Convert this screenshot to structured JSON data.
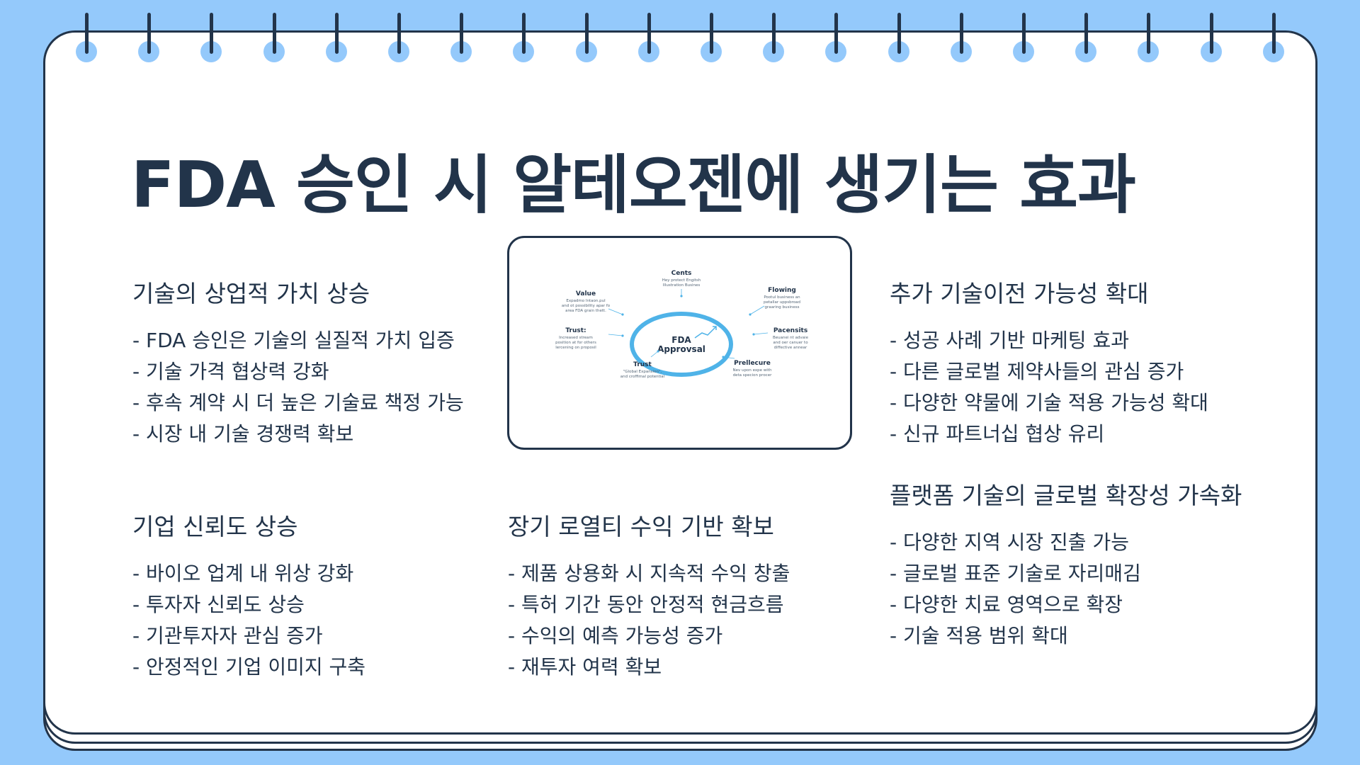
{
  "title": "FDA 승인 시 알테오젠에 생기는 효과",
  "colors": {
    "background": "#94c9fb",
    "ink": "#22344a",
    "accent": "#4fb3e8"
  },
  "sections": [
    {
      "heading": "기술의 상업적 가치 상승",
      "items": [
        "- FDA 승인은 기술의 실질적 가치 입증",
        "- 기술 가격 협상력 강화",
        "- 후속 계약 시 더 높은 기술료 책정 가능",
        "- 시장 내 기술 경쟁력 확보"
      ]
    },
    {
      "heading": "추가 기술이전 가능성 확대",
      "items": [
        "- 성공 사례 기반 마케팅 효과",
        "- 다른 글로벌 제약사들의 관심 증가",
        "- 다양한 약물에 기술 적용 가능성 확대",
        "- 신규 파트너십 협상 유리"
      ]
    },
    {
      "heading": "기업 신뢰도 상승",
      "items": [
        "- 바이오 업계 내 위상 강화",
        "- 투자자 신뢰도 상승",
        "- 기관투자자 관심 증가",
        "- 안정적인 기업 이미지 구축"
      ]
    },
    {
      "heading": "장기 로열티 수익 기반 확보",
      "items": [
        "- 제품 상용화 시 지속적 수익 창출",
        "- 특허 기간 동안 안정적 현금흐름",
        "- 수익의 예측 가능성 증가",
        "- 재투자 여력 확보"
      ]
    },
    {
      "heading": "플랫폼 기술의 글로벌 확장성 가속화",
      "items": [
        "- 다양한 지역 시장 진출 가능",
        "- 글로벌 표준 기술로 자리매김",
        "- 다양한 치료 영역으로 확장",
        "- 기술 적용 범위 확대"
      ]
    }
  ],
  "diagram": {
    "center": [
      "FDA",
      "Approvsal"
    ],
    "nodes": [
      {
        "label": "Cents",
        "sub": [
          "Hey protect Engitsh",
          "Illustration Busines"
        ]
      },
      {
        "label": "Flowing",
        "sub": [
          "Pootul business an",
          "petallar uppsbroad",
          "graaring business"
        ]
      },
      {
        "label": "Pacensits",
        "sub": [
          "Beuanei nt advaie",
          "and oer canuer to",
          "diffective annear"
        ]
      },
      {
        "label": "Prellecure",
        "sub": [
          "Nev upon expe with",
          "deta specion procer"
        ]
      },
      {
        "label": "Trust",
        "sub": [
          "\"Global Expansion\",",
          "and croffimal potential"
        ]
      },
      {
        "label": "Trust:",
        "sub": [
          "Increased stream",
          "position at for others",
          "lercening on proposil"
        ]
      },
      {
        "label": "Value",
        "sub": [
          "Expadmo Intaon.pul",
          "and ot possibility apar fo",
          "area FDA grain thett."
        ]
      }
    ]
  }
}
